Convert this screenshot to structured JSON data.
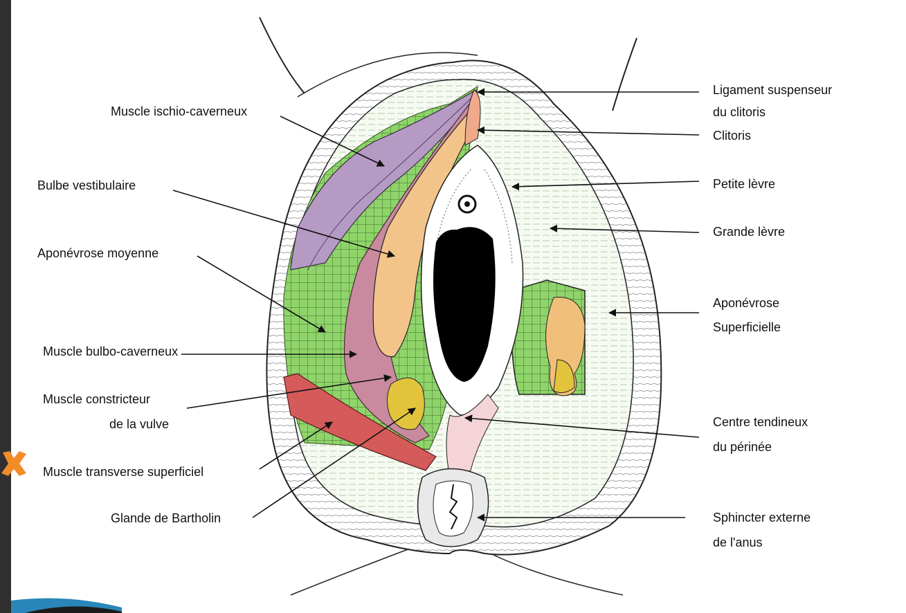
{
  "diagram": {
    "left_labels": [
      {
        "id": "ischio",
        "text": "Muscle ischio-caverneux"
      },
      {
        "id": "bulbe",
        "text": "Bulbe vestibulaire"
      },
      {
        "id": "apo_moy",
        "text": "Aponévrose moyenne"
      },
      {
        "id": "bulbo",
        "text": "Muscle bulbo-caverneux"
      },
      {
        "id": "constr1",
        "text": "Muscle constricteur"
      },
      {
        "id": "constr2",
        "text": "de la vulve"
      },
      {
        "id": "transverse",
        "text": "Muscle transverse superficiel"
      },
      {
        "id": "bartholin",
        "text": "Glande de Bartholin"
      }
    ],
    "right_labels": [
      {
        "id": "ligament1",
        "text": "Ligament suspenseur"
      },
      {
        "id": "ligament2",
        "text": "du clitoris"
      },
      {
        "id": "clitoris",
        "text": "Clitoris"
      },
      {
        "id": "petite",
        "text": "Petite lèvre"
      },
      {
        "id": "grande",
        "text": "Grande lèvre"
      },
      {
        "id": "apo_sup1",
        "text": "Aponévrose"
      },
      {
        "id": "apo_sup2",
        "text": "Superficielle"
      },
      {
        "id": "centre1",
        "text": "Centre tendineux"
      },
      {
        "id": "centre2",
        "text": "du périnée"
      },
      {
        "id": "sphincter1",
        "text": "Sphincter externe"
      },
      {
        "id": "sphincter2",
        "text": "de l'anus"
      }
    ]
  },
  "marker": {
    "icon": "cross-icon",
    "color": "#f28c28"
  },
  "colors": {
    "muscle_pink": "#c98a9f",
    "muscle_purple": "#b59ac4",
    "bulb_orange": "#f2c48a",
    "mesh_green": "#8fd46a",
    "transverse_red": "#d55a5a",
    "gland_yellow": "#e2c33c"
  }
}
